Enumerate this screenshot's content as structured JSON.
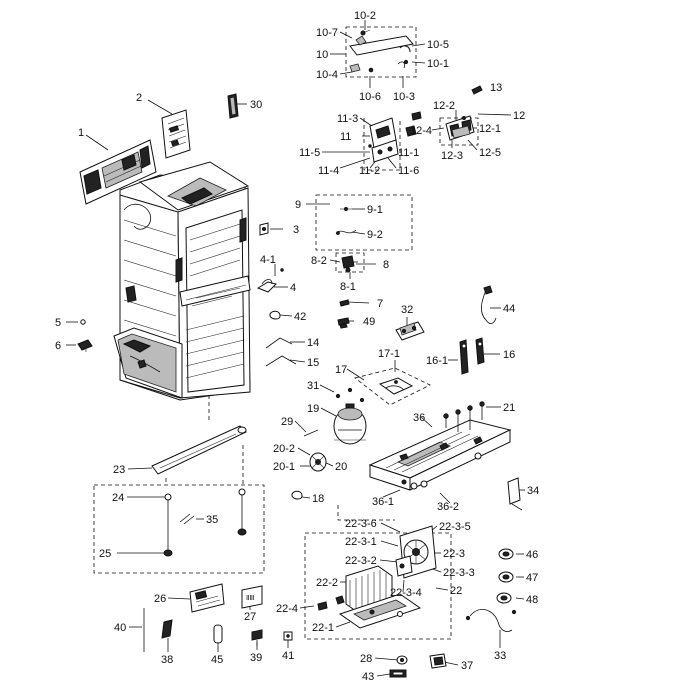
{
  "callouts": [
    {
      "id": "c-10-2",
      "text": "10-2"
    },
    {
      "id": "c-10-7",
      "text": "10-7"
    },
    {
      "id": "c-10",
      "text": "10"
    },
    {
      "id": "c-10-5",
      "text": "10-5"
    },
    {
      "id": "c-10-1",
      "text": "10-1"
    },
    {
      "id": "c-10-4",
      "text": "10-4"
    },
    {
      "id": "c-10-6",
      "text": "10-6"
    },
    {
      "id": "c-10-3",
      "text": "10-3"
    },
    {
      "id": "c-13",
      "text": "13"
    },
    {
      "id": "c-2",
      "text": "2"
    },
    {
      "id": "c-30",
      "text": "30"
    },
    {
      "id": "c-1",
      "text": "1"
    },
    {
      "id": "c-11-3",
      "text": "11-3"
    },
    {
      "id": "c-11",
      "text": "11"
    },
    {
      "id": "c-11-5",
      "text": "11-5"
    },
    {
      "id": "c-11-1",
      "text": "11-1"
    },
    {
      "id": "c-11-4",
      "text": "11-4"
    },
    {
      "id": "c-11-2",
      "text": "11-2"
    },
    {
      "id": "c-11-6",
      "text": "11-6"
    },
    {
      "id": "c-12-2",
      "text": "12-2"
    },
    {
      "id": "c-12",
      "text": "12"
    },
    {
      "id": "c-12-4",
      "text": "12-4"
    },
    {
      "id": "c-12-1",
      "text": "12-1"
    },
    {
      "id": "c-12-3",
      "text": "12-3"
    },
    {
      "id": "c-12-5",
      "text": "12-5"
    },
    {
      "id": "c-9",
      "text": "9"
    },
    {
      "id": "c-9-1",
      "text": "9-1"
    },
    {
      "id": "c-9-2",
      "text": "9-2"
    },
    {
      "id": "c-3",
      "text": "3"
    },
    {
      "id": "c-4-1",
      "text": "4-1"
    },
    {
      "id": "c-4",
      "text": "4"
    },
    {
      "id": "c-8-2",
      "text": "8-2"
    },
    {
      "id": "c-8",
      "text": "8"
    },
    {
      "id": "c-8-1",
      "text": "8-1"
    },
    {
      "id": "c-7",
      "text": "7"
    },
    {
      "id": "c-42",
      "text": "42"
    },
    {
      "id": "c-49",
      "text": "49"
    },
    {
      "id": "c-32",
      "text": "32"
    },
    {
      "id": "c-44",
      "text": "44"
    },
    {
      "id": "c-5",
      "text": "5"
    },
    {
      "id": "c-6",
      "text": "6"
    },
    {
      "id": "c-14",
      "text": "14"
    },
    {
      "id": "c-15",
      "text": "15"
    },
    {
      "id": "c-16-1",
      "text": "16-1"
    },
    {
      "id": "c-16",
      "text": "16"
    },
    {
      "id": "c-17",
      "text": "17"
    },
    {
      "id": "c-17-1",
      "text": "17-1"
    },
    {
      "id": "c-31",
      "text": "31"
    },
    {
      "id": "c-19",
      "text": "19"
    },
    {
      "id": "c-21",
      "text": "21"
    },
    {
      "id": "c-36",
      "text": "36"
    },
    {
      "id": "c-29",
      "text": "29"
    },
    {
      "id": "c-20-2",
      "text": "20-2"
    },
    {
      "id": "c-20-1",
      "text": "20-1"
    },
    {
      "id": "c-20",
      "text": "20"
    },
    {
      "id": "c-23",
      "text": "23"
    },
    {
      "id": "c-34",
      "text": "34"
    },
    {
      "id": "c-24",
      "text": "24"
    },
    {
      "id": "c-18",
      "text": "18"
    },
    {
      "id": "c-36-1",
      "text": "36-1"
    },
    {
      "id": "c-36-2",
      "text": "36-2"
    },
    {
      "id": "c-35",
      "text": "35"
    },
    {
      "id": "c-22-3-6",
      "text": "22-3-6"
    },
    {
      "id": "c-22-3-5",
      "text": "22-3-5"
    },
    {
      "id": "c-22-3-1",
      "text": "22-3-1"
    },
    {
      "id": "c-22-3",
      "text": "22-3"
    },
    {
      "id": "c-25",
      "text": "25"
    },
    {
      "id": "c-22-3-2",
      "text": "22-3-2"
    },
    {
      "id": "c-46",
      "text": "46"
    },
    {
      "id": "c-22-3-3",
      "text": "22-3-3"
    },
    {
      "id": "c-22-2",
      "text": "22-2"
    },
    {
      "id": "c-22-3-4",
      "text": "22-3-4"
    },
    {
      "id": "c-22",
      "text": "22"
    },
    {
      "id": "c-47",
      "text": "47"
    },
    {
      "id": "c-26",
      "text": "26"
    },
    {
      "id": "c-48",
      "text": "48"
    },
    {
      "id": "c-27",
      "text": "27"
    },
    {
      "id": "c-22-4",
      "text": "22-4"
    },
    {
      "id": "c-40",
      "text": "40"
    },
    {
      "id": "c-22-1",
      "text": "22-1"
    },
    {
      "id": "c-33",
      "text": "33"
    },
    {
      "id": "c-38",
      "text": "38"
    },
    {
      "id": "c-45",
      "text": "45"
    },
    {
      "id": "c-39",
      "text": "39"
    },
    {
      "id": "c-41",
      "text": "41"
    },
    {
      "id": "c-28",
      "text": "28"
    },
    {
      "id": "c-37",
      "text": "37"
    },
    {
      "id": "c-43",
      "text": "43"
    }
  ],
  "board_labels": {
    "part_27_print": "ⅡⅢ"
  }
}
